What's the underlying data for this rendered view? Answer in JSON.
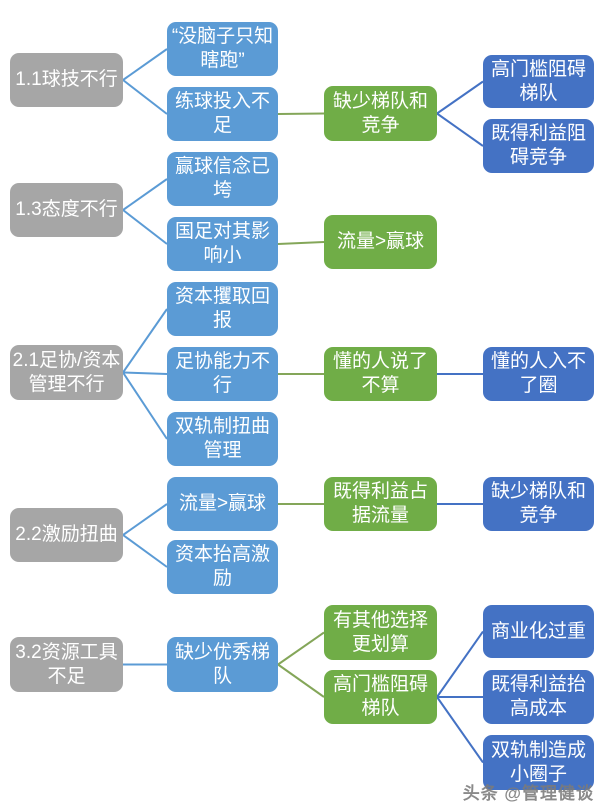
{
  "colors": {
    "level1": "#a6a6a6",
    "level2": "#5b9bd5",
    "level3": "#70ad47",
    "level4": "#4472c4",
    "edge_blue_light": "#5b9bd5",
    "edge_green": "#84a659",
    "edge_blue_dark": "#4472c4",
    "node_text": "#ffffff",
    "watermark": "#7b7b7b"
  },
  "nodes": {
    "g1": "1.1球技不行",
    "g2": "1.3态度不行",
    "g3": "2.1足协/资本管理不行",
    "g4": "2.2激励扭曲",
    "g5": "3.2资源工具不足",
    "b1": "“没脑子只知瞎跑”",
    "b2": "练球投入不足",
    "b3": "赢球信念已垮",
    "b4": "国足对其影响小",
    "b5": "资本攫取回报",
    "b6": "足协能力不行",
    "b7": "双轨制扭曲管理",
    "b8": "流量>赢球",
    "b9": "资本抬高激励",
    "b10": "缺少优秀梯队",
    "gr1": "缺少梯队和竞争",
    "gr2": "流量>赢球",
    "gr3": "懂的人说了不算",
    "gr4": "既得利益占据流量",
    "gr5": "有其他选择更划算",
    "gr6": "高门槛阻碍梯队",
    "d1": "高门槛阻碍梯队",
    "d2": "既得利益阻碍竞争",
    "d3": "懂的人入不了圈",
    "d4": "缺少梯队和竞争",
    "d5": "商业化过重",
    "d6": "既得利益抬高成本",
    "d7": "双轨制造成小圈子"
  },
  "edges": [
    {
      "from": "g1",
      "to": "b1",
      "color": "edge_blue_light"
    },
    {
      "from": "g1",
      "to": "b2",
      "color": "edge_blue_light"
    },
    {
      "from": "g2",
      "to": "b3",
      "color": "edge_blue_light"
    },
    {
      "from": "g2",
      "to": "b4",
      "color": "edge_blue_light"
    },
    {
      "from": "g3",
      "to": "b5",
      "color": "edge_blue_light"
    },
    {
      "from": "g3",
      "to": "b6",
      "color": "edge_blue_light"
    },
    {
      "from": "g3",
      "to": "b7",
      "color": "edge_blue_light"
    },
    {
      "from": "g4",
      "to": "b8",
      "color": "edge_blue_light"
    },
    {
      "from": "g4",
      "to": "b9",
      "color": "edge_blue_light"
    },
    {
      "from": "g5",
      "to": "b10",
      "color": "edge_blue_light"
    },
    {
      "from": "b2",
      "to": "gr1",
      "color": "edge_green"
    },
    {
      "from": "b4",
      "to": "gr2",
      "color": "edge_green"
    },
    {
      "from": "b6",
      "to": "gr3",
      "color": "edge_green"
    },
    {
      "from": "b8",
      "to": "gr4",
      "color": "edge_green"
    },
    {
      "from": "b10",
      "to": "gr5",
      "color": "edge_green"
    },
    {
      "from": "b10",
      "to": "gr6",
      "color": "edge_green"
    },
    {
      "from": "gr1",
      "to": "d1",
      "color": "edge_blue_dark"
    },
    {
      "from": "gr1",
      "to": "d2",
      "color": "edge_blue_dark"
    },
    {
      "from": "gr3",
      "to": "d3",
      "color": "edge_blue_dark"
    },
    {
      "from": "gr4",
      "to": "d4",
      "color": "edge_blue_dark"
    },
    {
      "from": "gr6",
      "to": "d5",
      "color": "edge_blue_dark"
    },
    {
      "from": "gr6",
      "to": "d6",
      "color": "edge_blue_dark"
    },
    {
      "from": "gr6",
      "to": "d7",
      "color": "edge_blue_dark"
    }
  ],
  "watermark": "头条 @管理健谈"
}
